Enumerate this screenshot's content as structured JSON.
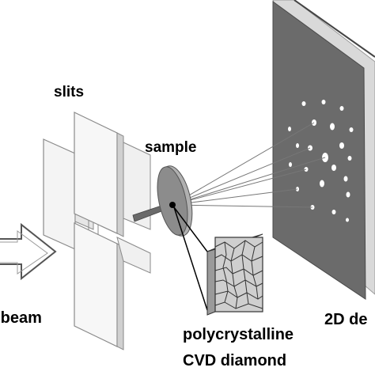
{
  "labels": {
    "slits": "slits",
    "sample": "sample",
    "beam": "-beam",
    "polycrystalline": "polycrystalline",
    "cvd_diamond": "CVD diamond",
    "detector": "2D de"
  },
  "colors": {
    "detector_face": "#6b6b6b",
    "detector_edge": "#bdbdbd",
    "slit_plate": "#f4f4f4",
    "slit_outline": "#8a8a8a",
    "sample_disc": "#8c8c8c",
    "sample_rim": "#b0b0b0",
    "grain_fill": "#cfcfcf",
    "spot": "#ffffff",
    "ray": "#777777"
  },
  "icons": {
    "beam": "arrow-icon",
    "sample": "disc-icon",
    "detector": "screen-icon"
  }
}
